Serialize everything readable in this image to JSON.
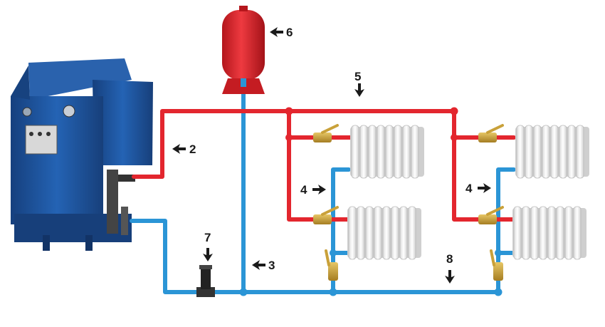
{
  "labels": {
    "boiler_supply": "2",
    "expansion_riser": "3",
    "radiator_pair_left": "4",
    "radiator_pair_right": "4",
    "supply_main": "5",
    "expansion_tank": "6",
    "pump": "7",
    "return_main": "8"
  },
  "colors": {
    "supply_pipe": "#e3262e",
    "return_pipe": "#2b95d6",
    "boiler_body": "#1d57a3",
    "tank": "#e0252d",
    "radiator": "#f2f2f2",
    "valve": "#c9a13a",
    "pump": "#2a2a2a"
  },
  "icons": {
    "arrow": "bold-pointer-arrow",
    "valve": "ball-valve-icon",
    "pump": "circulation-pump-icon"
  }
}
